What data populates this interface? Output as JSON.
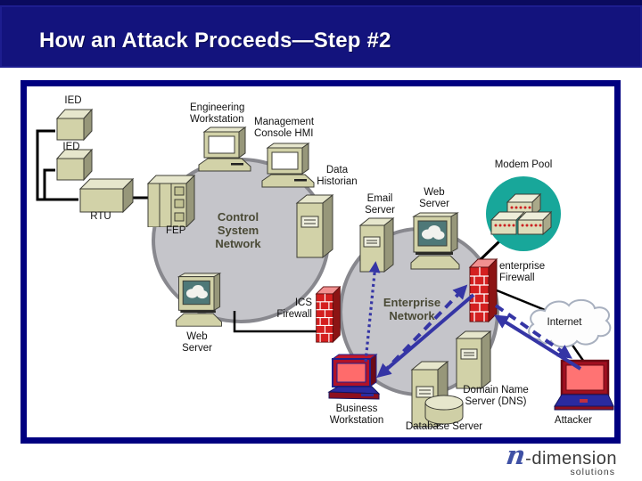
{
  "title_bar": {
    "title": "How an Attack Proceeds—Step #2"
  },
  "logo": {
    "initial": "n",
    "name": "-dimension",
    "tagline": "solutions"
  },
  "diagram": {
    "networks": {
      "control": {
        "label": "Control\nSystem\nNetwork"
      },
      "enterprise": {
        "label": "Enterprise\nNetwork"
      }
    },
    "labels": {
      "ied_top": "IED",
      "ied_bottom": "IED",
      "rtu": "RTU",
      "fep": "FEP",
      "engineering_workstation": "Engineering\nWorkstation",
      "management_console": "Management\nConsole HMI",
      "data_historian": "Data\nHistorian",
      "email_server": "Email\nServer",
      "web_server_enterprise": "Web\nServer",
      "modem_pool": "Modem Pool",
      "enterprise_firewall": "enterprise\nFirewall",
      "ics_firewall": "ICS\nFirewall",
      "web_server_control": "Web\nServer",
      "business_workstation": "Business\nWorkstation",
      "domain_name_server": "Domain Name\nServer (DNS)",
      "database_server": "Database Server",
      "internet": "Internet",
      "attacker": "Attacker"
    },
    "colors": {
      "slide_border": "#000080",
      "title_background": "#13137d",
      "network_fill": "#c5c5ca",
      "device_tan": "#d2d2a8",
      "firewall_red": "#d42020",
      "modem_pool_teal": "#18a79a",
      "arrow_blue": "#3535a5",
      "attacker_red": "#b01228"
    }
  }
}
